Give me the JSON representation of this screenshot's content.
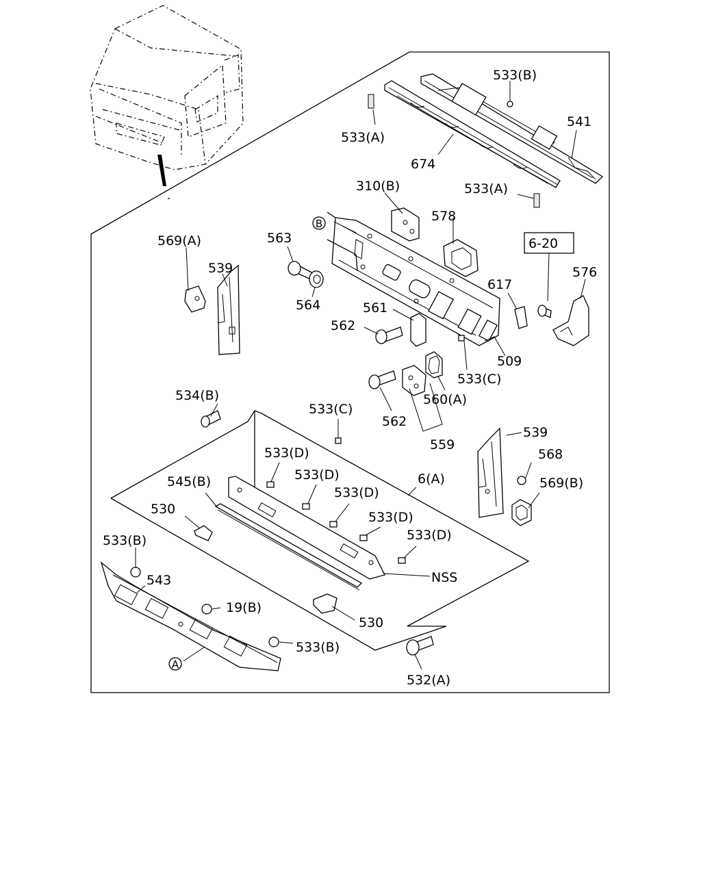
{
  "callouts": {
    "c533b_top": "533(B)",
    "c541": "541",
    "c533a_1": "533(A)",
    "c674": "674",
    "c533a_2": "533(A)",
    "c310b": "310(B)",
    "c578": "578",
    "c620": "6-20",
    "c576": "576",
    "c569a": "569(A)",
    "c539_left": "539",
    "c563": "563",
    "c564": "564",
    "c617": "617",
    "c561": "561",
    "c562_1": "562",
    "c509": "509",
    "c533c_1": "533(C)",
    "c560a": "560(A)",
    "c562_2": "562",
    "c559": "559",
    "c534b": "534(B)",
    "c533c_2": "533(C)",
    "c539_right": "539",
    "c568": "568",
    "c569b": "569(B)",
    "c533d_1": "533(D)",
    "c533d_2": "533(D)",
    "c533d_3": "533(D)",
    "c533d_4": "533(D)",
    "c533d_5": "533(D)",
    "c6a": "6(A)",
    "c545b": "545(B)",
    "c530_1": "530",
    "c533b_left": "533(B)",
    "c543": "543",
    "c19b": "19(B)",
    "cnss": "NSS",
    "c530_2": "530",
    "c533b_bottom": "533(B)",
    "c532a": "532(A)",
    "markerA": "A",
    "markerB": "B"
  }
}
